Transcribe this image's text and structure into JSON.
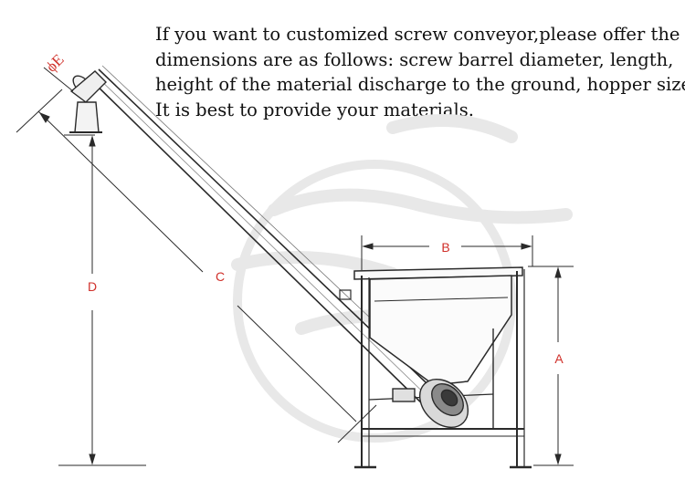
{
  "caption": {
    "lines": [
      "If you want to customized screw conveyor,please offer the",
      "dimensions are as follows: screw barrel diameter, length,",
      "height of the material discharge to the ground, hopper size.",
      "It is best to provide your materials."
    ]
  },
  "labels": {
    "a": "A",
    "b": "B",
    "c": "C",
    "d": "D",
    "e": "ϕE"
  },
  "colors": {
    "line": "#2a2a2a",
    "label": "#d0302a",
    "watermark": "#e6e6e6"
  }
}
